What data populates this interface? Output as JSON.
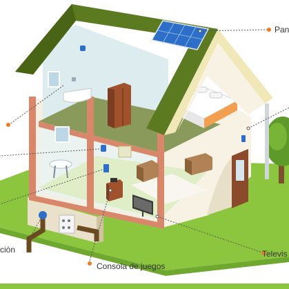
{
  "diagram": {
    "colors": {
      "accent": "#f07a1e",
      "roof": "#5c7a1f",
      "grass": "#8cc63f",
      "wall": "#f3efe2",
      "frame": "#d9876a",
      "solar": "#2d6ec9",
      "floor": "#d6e6b8",
      "bottom_bar": "#8cc63f"
    },
    "callouts": [
      {
        "id": "solar-panel",
        "label": "Pane"
      },
      {
        "id": "console",
        "label": "Consola de juegos"
      },
      {
        "id": "tv",
        "label": "Televis"
      },
      {
        "id": "heating",
        "label": "ción"
      }
    ]
  }
}
